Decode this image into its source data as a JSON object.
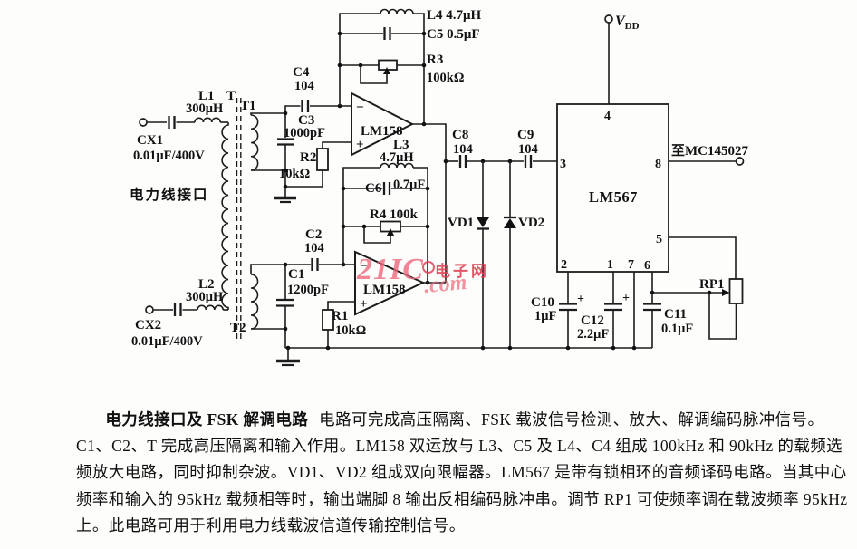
{
  "schematic": {
    "port_label": "电力线接口",
    "cx1": {
      "ref": "CX1",
      "value": "0.01μF/400V"
    },
    "cx2": {
      "ref": "CX2",
      "value": "0.01μF/400V"
    },
    "l1": {
      "ref": "L1",
      "value": "300μH"
    },
    "l2": {
      "ref": "L2",
      "value": "300μH"
    },
    "t": "T",
    "t1": "T1",
    "t2": "T2",
    "c1": {
      "ref": "C1",
      "value": "1200pF"
    },
    "c2": {
      "ref": "C2",
      "value": "104"
    },
    "c3": {
      "ref": "C3",
      "value": "1000pF"
    },
    "c4": {
      "ref": "C4",
      "value": "104"
    },
    "l4": "L4 4.7μH",
    "c5": "C5 0.5μF",
    "r3": {
      "ref": "R3",
      "value": "100kΩ"
    },
    "r2": {
      "ref": "R2",
      "value": "10kΩ"
    },
    "opamp1": {
      "name": "LM158",
      "minus": "−",
      "plus": "+"
    },
    "l3": {
      "ref": "L3",
      "value": "4.7μH"
    },
    "c6": {
      "ref": "C6",
      "value": "0.7μF"
    },
    "r4": "R4 100k",
    "opamp2": {
      "name": "LM158",
      "minus": "−",
      "plus": "+"
    },
    "r1": {
      "ref": "R1",
      "value": "10kΩ"
    },
    "c8": {
      "ref": "C8",
      "value": "104"
    },
    "c9": {
      "ref": "C9",
      "value": "104"
    },
    "vd1": "VD1",
    "vd2": "VD2",
    "ic": {
      "name": "LM567",
      "pin_top": "4",
      "pin_in": "3",
      "pin_out": "8",
      "pin_rp": "5",
      "pin_b1": "2",
      "pin_b2": "1",
      "pin_b3": "7",
      "pin_b4": "6"
    },
    "vdd": {
      "v": "V",
      "sub": "DD"
    },
    "output_label": "至MC145027",
    "rp1": "RP1",
    "c10": {
      "ref": "C10",
      "value": "1μF",
      "polarity": "+"
    },
    "c12": {
      "ref": "C12",
      "value": "2.2μF",
      "polarity": "+"
    },
    "c11": {
      "ref": "C11",
      "value": "0.1μF"
    }
  },
  "watermark": {
    "brand": "21IC",
    "suffix": ".com",
    "site": "电子网"
  },
  "caption": {
    "title": "电力线接口及 FSK 解调电路",
    "body": "电路可完成高压隔离、FSK 载波信号检测、放大、解调编码脉冲信号。C1、C2、T 完成高压隔离和输入作用。LM158 双运放与 L3、C5 及 L4、C4 组成 100kHz 和 90kHz 的载频选频放大电路，同时抑制杂波。VD1、VD2 组成双向限幅器。LM567 是带有锁相环的音频译码电路。当其中心频率和输入的 95kHz 载频相等时，输出端脚 8 输出反相编码脉冲串。调节 RP1 可使频率调在载波频率 95kHz 上。此电路可用于利用电力线载波信道传输控制信号。"
  }
}
